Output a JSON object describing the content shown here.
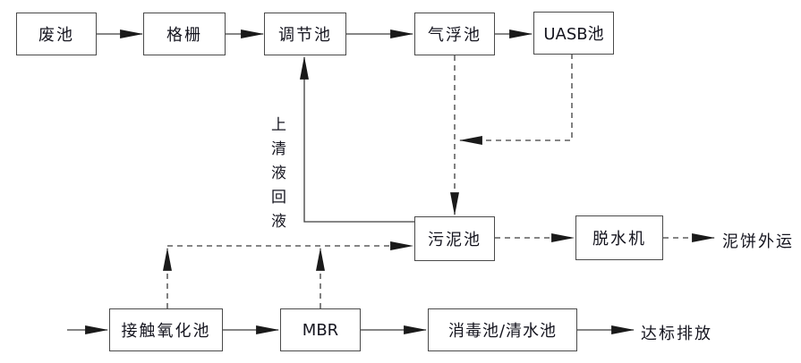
{
  "diagram": {
    "type": "process-flow-chart",
    "background": "#ffffff",
    "line_color": "#3d3d3d",
    "arrow_color": "#1a1a1a",
    "border_color": "#4a4a4a",
    "text_color": "#15151f",
    "nodes": [
      {
        "id": "waste-pool",
        "label": "废池"
      },
      {
        "id": "bar-screen",
        "label": "格栅"
      },
      {
        "id": "regulating-tank",
        "label": "调节池"
      },
      {
        "id": "air-flotation-tank",
        "label": "气浮池"
      },
      {
        "id": "uasb-tank",
        "label": "UASB池"
      },
      {
        "id": "sludge-tank",
        "label": "污泥池"
      },
      {
        "id": "dewatering-machine",
        "label": "脱水机"
      },
      {
        "id": "contact-oxidation-tank",
        "label": "接触氧化池"
      },
      {
        "id": "mbr-tank",
        "label": "MBR"
      },
      {
        "id": "disinfection-clean-water-tank",
        "label": "消毒池/清水池"
      }
    ],
    "labels": {
      "supernatant_return": "上清液回液",
      "mud_cake_out": "泥饼外运",
      "standard_discharge": "达标排放"
    },
    "edges": [
      {
        "from": "inlet",
        "to": "contact-oxidation-tank",
        "style": "solid"
      },
      {
        "from": "waste-pool",
        "to": "bar-screen",
        "style": "solid"
      },
      {
        "from": "bar-screen",
        "to": "regulating-tank",
        "style": "solid"
      },
      {
        "from": "regulating-tank",
        "to": "air-flotation-tank",
        "style": "solid"
      },
      {
        "from": "air-flotation-tank",
        "to": "uasb-tank",
        "style": "solid"
      },
      {
        "from": "sludge-tank",
        "to": "regulating-tank",
        "style": "solid",
        "label": "上清液回液"
      },
      {
        "from": "air-flotation-tank",
        "to": "sludge-tank",
        "style": "dashed"
      },
      {
        "from": "uasb-tank",
        "to": "sludge-tank",
        "style": "dashed"
      },
      {
        "from": "contact-oxidation-tank",
        "to": "sludge-tank",
        "style": "dashed"
      },
      {
        "from": "mbr-tank",
        "to": "sludge-tank",
        "style": "dashed"
      },
      {
        "from": "sludge-tank",
        "to": "dewatering-machine",
        "style": "dashed"
      },
      {
        "from": "dewatering-machine",
        "to": "mud-cake-out-label",
        "style": "dashed"
      },
      {
        "from": "contact-oxidation-tank",
        "to": "mbr-tank",
        "style": "solid"
      },
      {
        "from": "mbr-tank",
        "to": "disinfection-clean-water-tank",
        "style": "solid"
      },
      {
        "from": "disinfection-clean-water-tank",
        "to": "standard-discharge-label",
        "style": "solid"
      }
    ]
  }
}
